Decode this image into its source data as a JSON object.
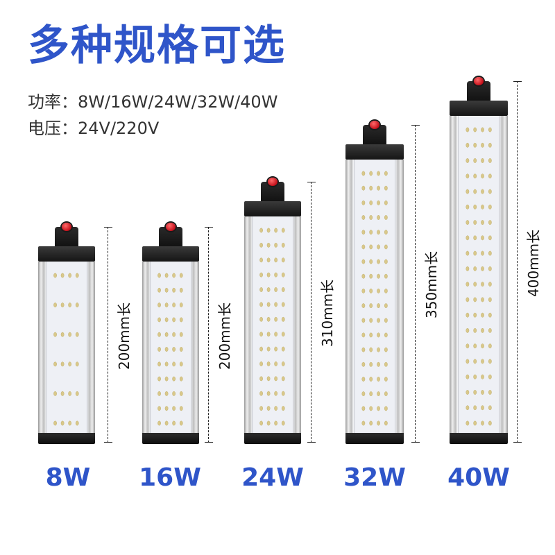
{
  "title": "多种规格可选",
  "specs": {
    "power": "功率：8W/16W/24W/32W/40W",
    "voltage": "电压：24V/220V"
  },
  "colors": {
    "accent": "#2f55c9",
    "switch": "#d41822",
    "housing": "#151515"
  },
  "lamps": [
    {
      "watt": "8W",
      "length": "200mm长",
      "led_rows": 6,
      "led_cols": 4
    },
    {
      "watt": "16W",
      "length": "200mm长",
      "led_rows": 11,
      "led_cols": 4
    },
    {
      "watt": "24W",
      "length": "310mm长",
      "led_rows": 14,
      "led_cols": 4
    },
    {
      "watt": "32W",
      "length": "350mm长",
      "led_rows": 18,
      "led_cols": 4
    },
    {
      "watt": "40W",
      "length": "400mm长",
      "led_rows": 20,
      "led_cols": 4
    }
  ]
}
